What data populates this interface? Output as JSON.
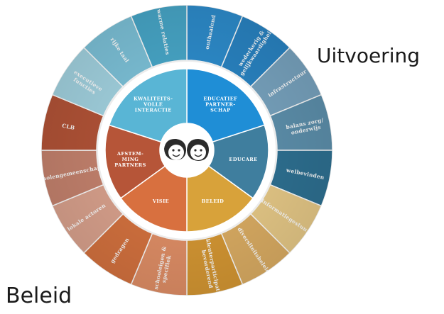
{
  "labels": {
    "top_right": "Uitvoering",
    "bottom_left": "Beleid"
  },
  "outer_segments": [
    {
      "text": "onthaalend",
      "color": "#2e8fd0"
    },
    {
      "text": "wederkerig & gelijkwaardigheid",
      "color": "#2a86c6"
    },
    {
      "text": "infrastructuur",
      "color": "#7aa6c2"
    },
    {
      "text": "balans zorg/ onderwijs",
      "color": "#5f93b0"
    },
    {
      "text": "welbevinden",
      "color": "#2f7395"
    },
    {
      "text": "informatiegestuurd",
      "color": "#ebcd8a"
    },
    {
      "text": "diversiteitsbeleid",
      "color": "#dfb065"
    },
    {
      "text": "kleuterparticipatie bevorderend",
      "color": "#d99a34"
    },
    {
      "text": "schooleigen & specifiek",
      "color": "#e49168"
    },
    {
      "text": "gedragen",
      "color": "#d87440"
    },
    {
      "text": "lokale actoren",
      "color": "#dea590"
    },
    {
      "text": "scholengemeenschap",
      "color": "#c98570"
    },
    {
      "text": "CLB",
      "color": "#b65538"
    },
    {
      "text": "executieve functies",
      "color": "#a5d6e4"
    },
    {
      "text": "rijke taal",
      "color": "#7fc5dc"
    },
    {
      "text": "warme relaties",
      "color": "#49aacc"
    }
  ],
  "inner_segments": [
    {
      "text": "EDUCATIEF PARTNER- SCHAP",
      "color": "#1f8ed6"
    },
    {
      "text": "EDUCARE",
      "color": "#3f7e9e"
    },
    {
      "text": "BELEID",
      "color": "#d8a23a"
    },
    {
      "text": "VISIE",
      "color": "#d8703f"
    },
    {
      "text": "AFSTEM- MING PARTNERS",
      "color": "#b65538"
    },
    {
      "text": "KWALITEITS- VOLLE INTERACTIE",
      "color": "#59b5d5"
    }
  ],
  "center": {
    "icon": "two-smiling-faces-icon"
  }
}
